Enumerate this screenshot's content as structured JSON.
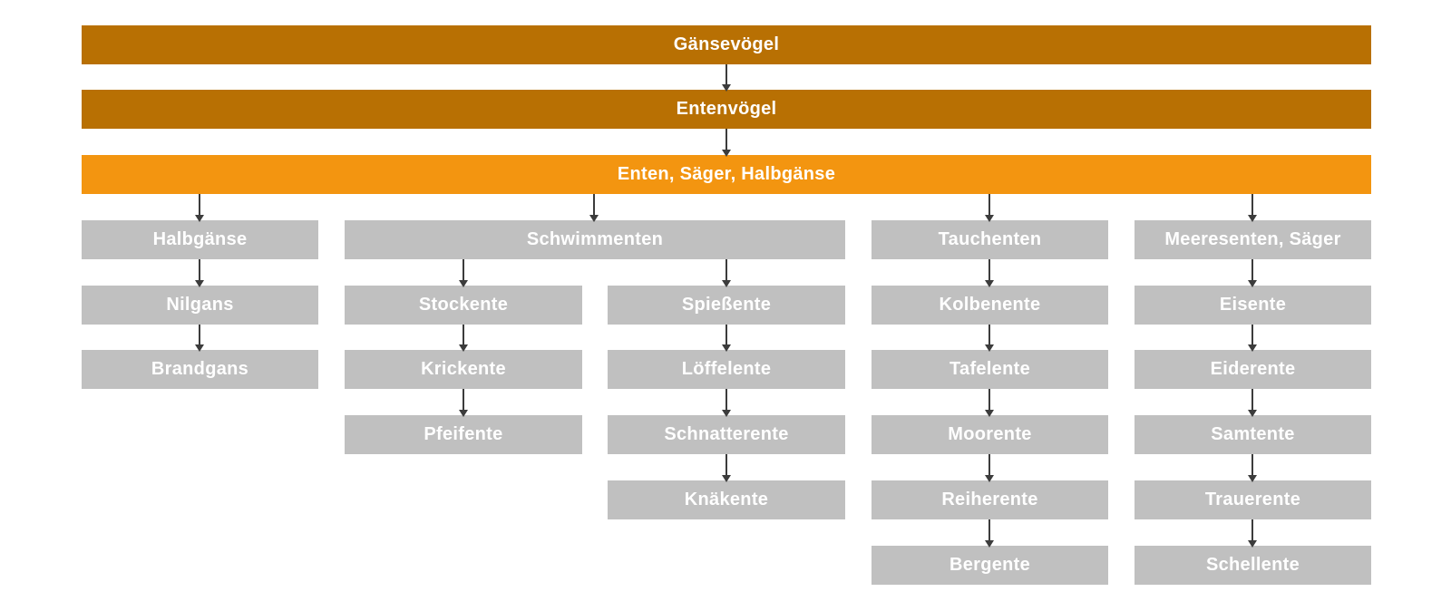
{
  "colors": {
    "dark": "#b87003",
    "accent": "#f39510",
    "box": "#c0c0c0",
    "arrow": "#3c3c3c",
    "text": "#ffffff"
  },
  "levels": {
    "order": "Gänsevögel",
    "family": "Entenvögel",
    "subfamily": "Enten, Säger, Halbgänse"
  },
  "groups": [
    {
      "label": "Halbgänse",
      "species": [
        "Nilgans",
        "Brandgans"
      ]
    },
    {
      "label": "Schwimmenten",
      "columns": [
        [
          "Stockente",
          "Krickente",
          "Pfeifente"
        ],
        [
          "Spießente",
          "Löffelente",
          "Schnatterente",
          "Knäkente"
        ]
      ]
    },
    {
      "label": "Tauchenten",
      "species": [
        "Kolbenente",
        "Tafelente",
        "Moorente",
        "Reiherente",
        "Bergente"
      ]
    },
    {
      "label": "Meeresenten, Säger",
      "species": [
        "Eisente",
        "Eiderente",
        "Samtente",
        "Trauerente",
        "Schellente"
      ]
    }
  ]
}
